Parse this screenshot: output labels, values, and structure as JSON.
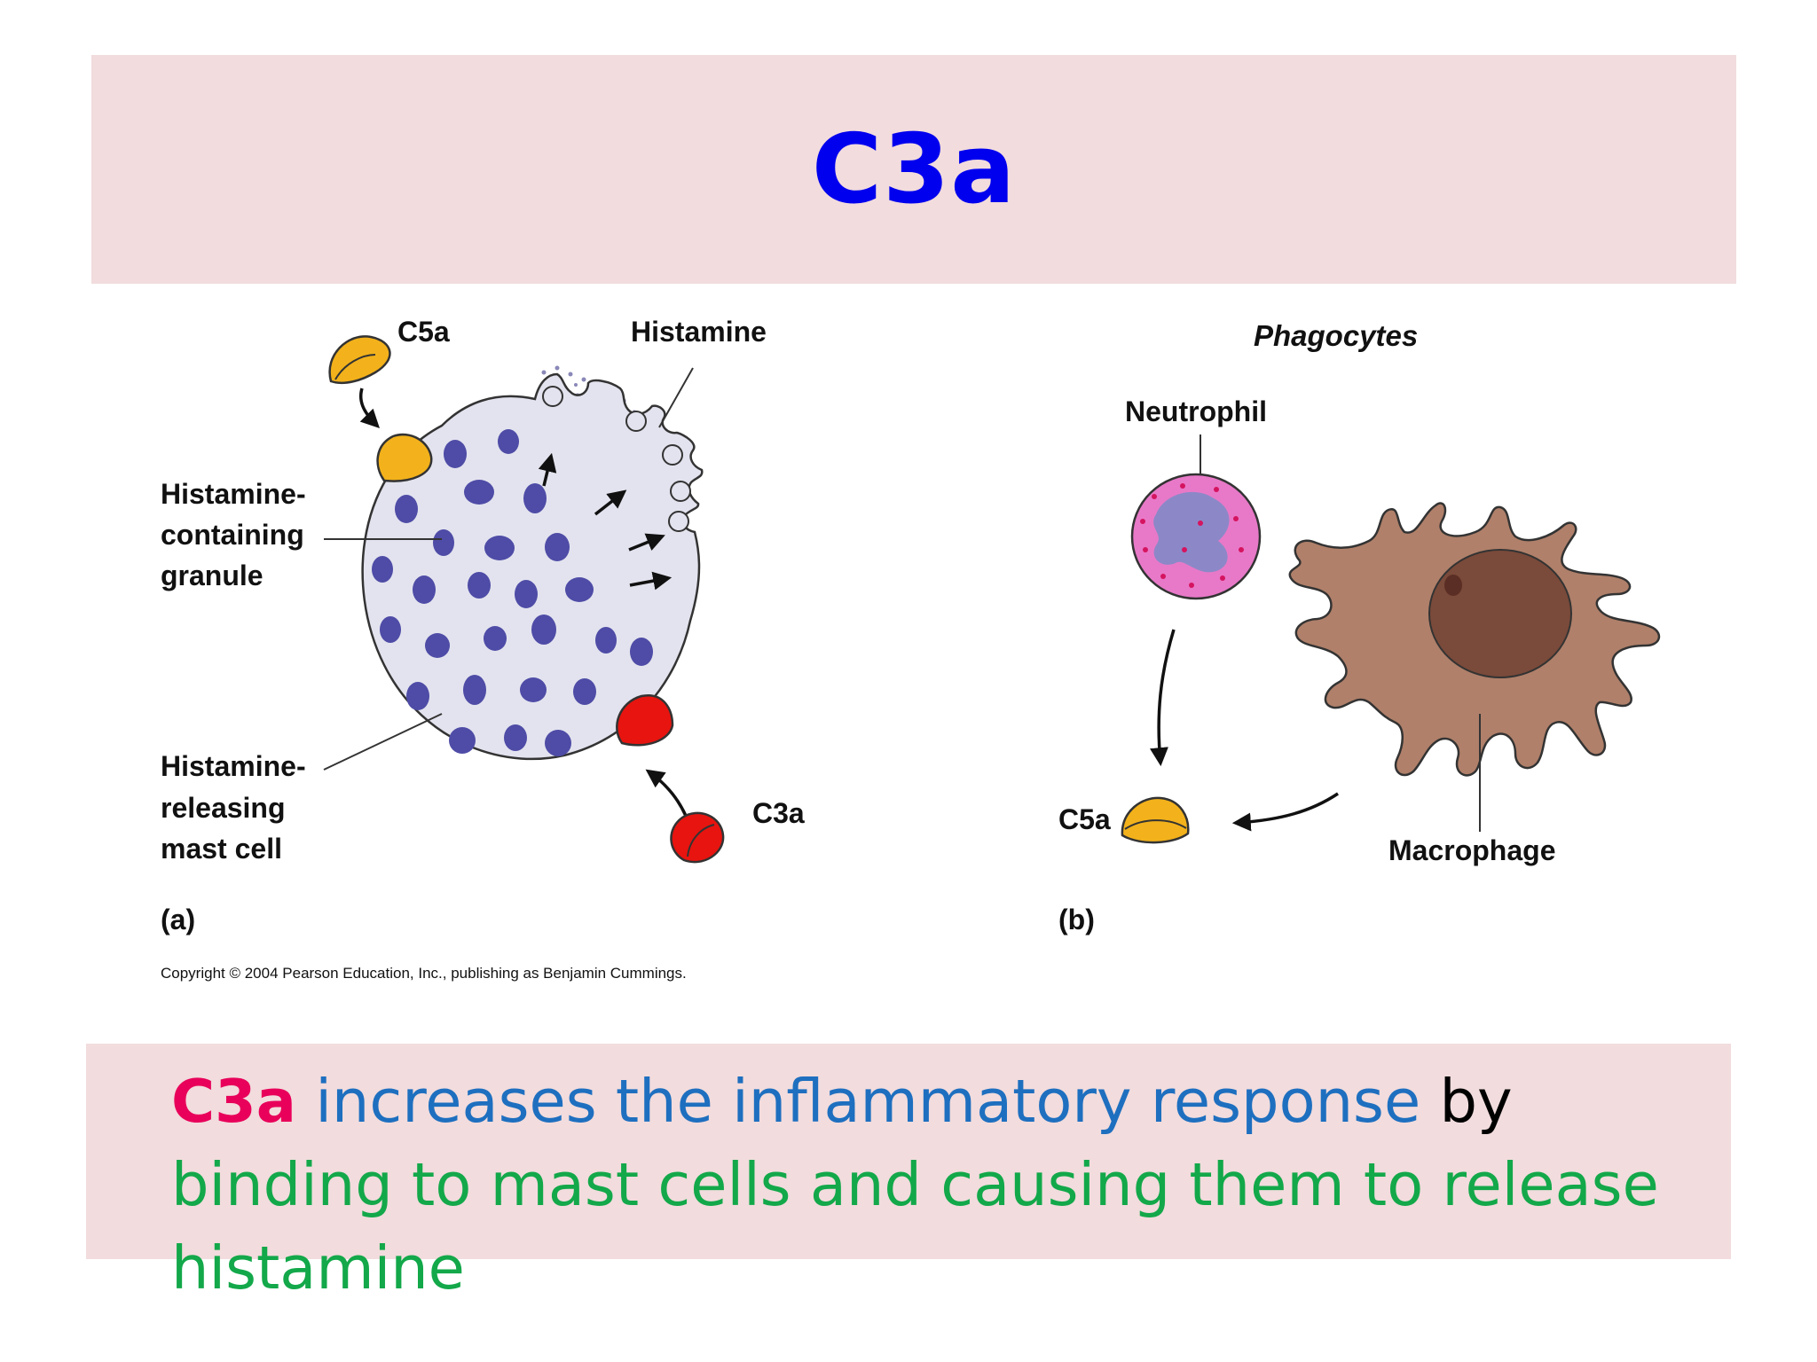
{
  "slide": {
    "title": "C3a"
  },
  "panel_a": {
    "label_c5a": "C5a",
    "label_histamine": "Histamine",
    "label_granule": [
      "Histamine-",
      "containing",
      "granule"
    ],
    "label_mast_cell": [
      "Histamine-",
      "releasing",
      "mast cell"
    ],
    "label_c3a": "C3a",
    "panel_label": "(a)",
    "copyright": "Copyright © 2004 Pearson Education, Inc., publishing as Benjamin Cummings."
  },
  "panel_b": {
    "header": "Phagocytes",
    "label_neutrophil": "Neutrophil",
    "label_c5a": "C5a",
    "label_macrophage": "Macrophage",
    "panel_label": "(b)"
  },
  "caption": {
    "part1": "C3a",
    "part2": " increases the inflammatory response",
    "part3": " by ",
    "part4": "binding to mast cells and causing them to release histamine"
  },
  "colors": {
    "title": "#0000ee",
    "band": "#f2dcdd",
    "c3a_text": "#e8005a",
    "blue_text": "#1e6fbf",
    "green_text": "#13a84a",
    "c5a_fill": "#f3b21b",
    "c3a_fill": "#e8140f",
    "cell_fill": "#e3e3ef",
    "granule_fill": "#4e4ca6",
    "neutrophil_fill": "#e879c8",
    "macrophage_fill": "#b0806a",
    "nucleus_fill": "#7a4a3a"
  }
}
